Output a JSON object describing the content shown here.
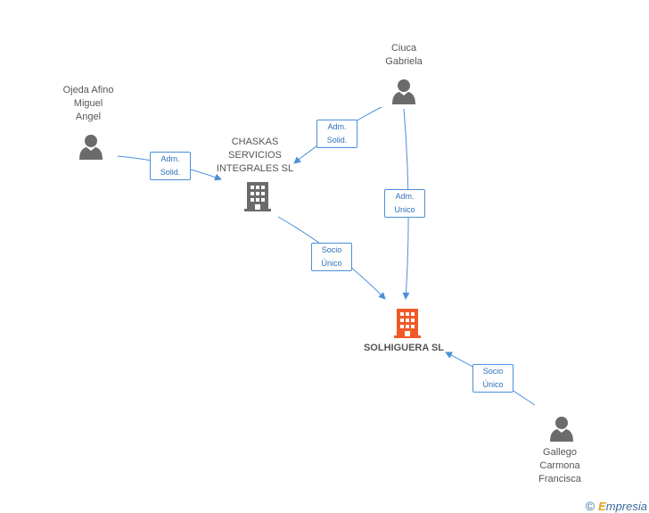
{
  "nodes": {
    "ojeda": {
      "lines": [
        "Ojeda Afino",
        "Miguel",
        "Angel"
      ]
    },
    "ciuca": {
      "lines": [
        "Ciuca",
        "Gabriela"
      ]
    },
    "chaskas": {
      "lines": [
        "CHASKAS",
        "SERVICIOS",
        "INTEGRALES SL"
      ]
    },
    "solhiguera": {
      "name": "SOLHIGUERA SL"
    },
    "gallego": {
      "lines": [
        "Gallego",
        "Carmona",
        "Francisca"
      ]
    }
  },
  "edges": {
    "ojeda_chaskas": [
      "Adm.",
      "Solid."
    ],
    "ciuca_chaskas": [
      "Adm.",
      "Solid."
    ],
    "ciuca_solhiguera": [
      "Adm.",
      "Unico"
    ],
    "chaskas_solhiguera": [
      "Socio",
      "Único"
    ],
    "gallego_solhiguera": [
      "Socio",
      "Único"
    ]
  },
  "colors": {
    "edge": "#4a90d9",
    "person_icon": "#6b6b6b",
    "company_icon": "#6b6b6b",
    "main_company_icon": "#f05a28"
  },
  "footer": {
    "copyright": "©",
    "brand_initial": "E",
    "brand_rest": "mpresia"
  }
}
